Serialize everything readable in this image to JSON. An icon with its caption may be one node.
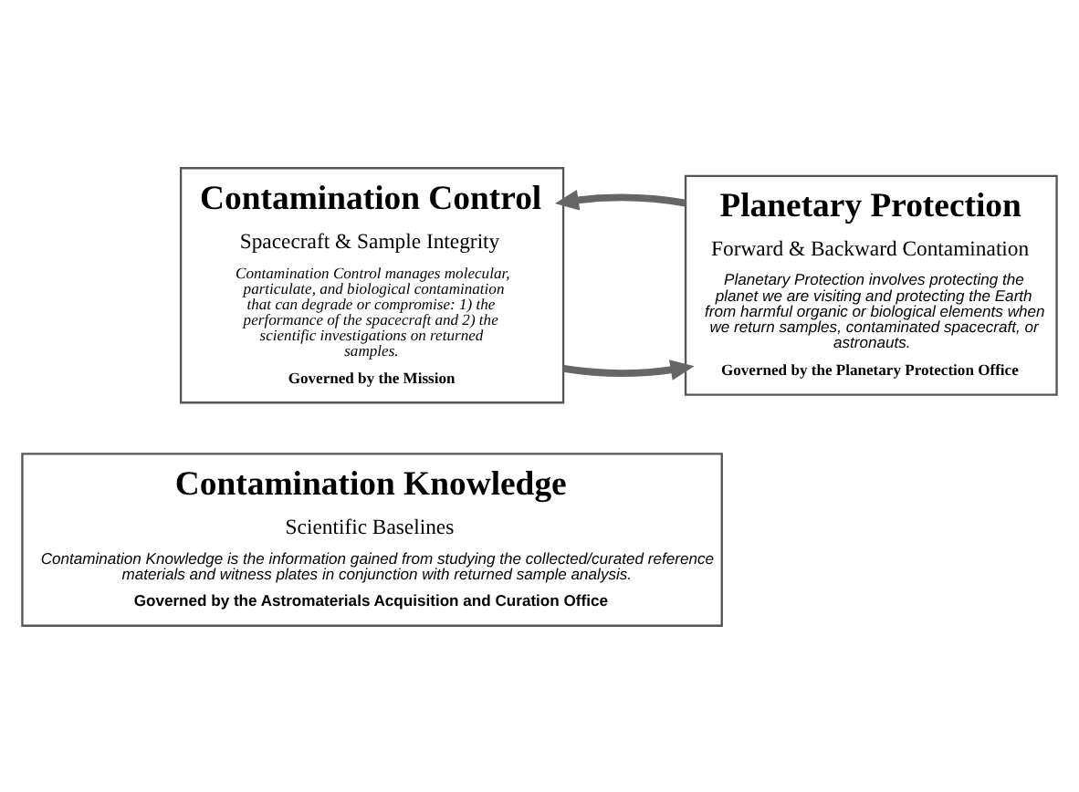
{
  "diagram": {
    "nodes": [
      {
        "text": [
          "Contamination Control",
          "Spacecraft & Sample Integrity",
          "Contamination Control manages molecular, particulate, and biological contamination that can degrade or compromise: 1) the performance of the spacecraft and 2) the scientific investigations on returned samples.",
          "Governed by the Mission"
        ]
      },
      {
        "text": [
          "Planetary Protection",
          "Forward & Backward Contamination",
          "Planetary Protection involves protecting the planet we are visiting and protecting the Earth from harmful organic or biological elements when we return samples, contaminated spacecraft, or astronauts.",
          "Governed by the Planetary Protection Office"
        ]
      },
      {
        "text": [
          "Contamination Knowledge",
          "Scientific Baselines",
          "Contamination Knowledge is the information gained from studying the collected/curated reference materials and witness plates in conjunction with returned sample analysis.",
          "Governed by the Astromaterials Acquisition and Curation Office"
        ]
      }
    ],
    "edges": [
      {
        "from": 0,
        "to": 1,
        "arrow": "to"
      },
      {
        "from": 1,
        "to": 0,
        "arrow": "to"
      }
    ]
  }
}
